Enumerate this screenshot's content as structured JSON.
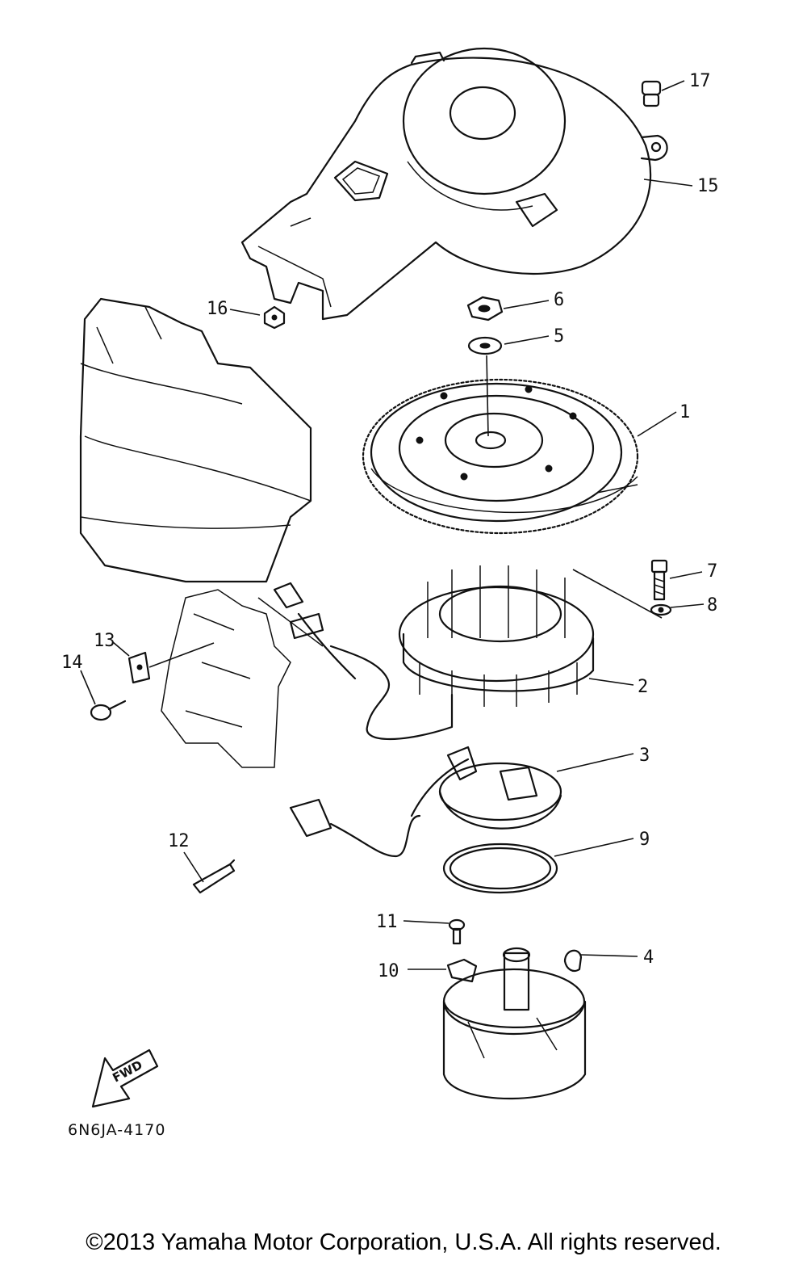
{
  "callouts": [
    {
      "id": "1",
      "label": "1"
    },
    {
      "id": "2",
      "label": "2"
    },
    {
      "id": "3",
      "label": "3"
    },
    {
      "id": "4",
      "label": "4"
    },
    {
      "id": "5",
      "label": "5"
    },
    {
      "id": "6",
      "label": "6"
    },
    {
      "id": "7",
      "label": "7"
    },
    {
      "id": "8",
      "label": "8"
    },
    {
      "id": "9",
      "label": "9"
    },
    {
      "id": "10",
      "label": "10"
    },
    {
      "id": "11",
      "label": "11"
    },
    {
      "id": "12",
      "label": "12"
    },
    {
      "id": "13",
      "label": "13"
    },
    {
      "id": "14",
      "label": "14"
    },
    {
      "id": "15",
      "label": "15"
    },
    {
      "id": "16",
      "label": "16"
    },
    {
      "id": "17",
      "label": "17"
    }
  ],
  "fwd_label": "FWD",
  "diagram_code": "6N6JA-4170",
  "copyright": "©2013 Yamaha Motor Corporation, U.S.A. All rights reserved."
}
